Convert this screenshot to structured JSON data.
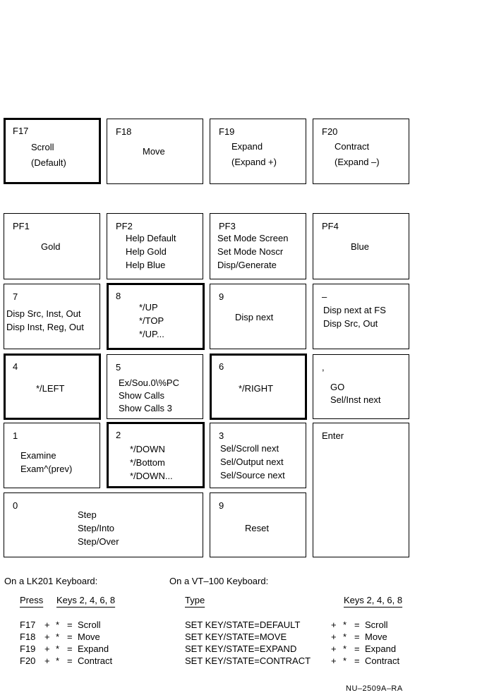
{
  "keys": {
    "f17": {
      "label": "F17",
      "lines": [
        "Scroll",
        "(Default)"
      ]
    },
    "f18": {
      "label": "F18",
      "lines": [
        "Move"
      ]
    },
    "f19": {
      "label": "F19",
      "lines": [
        "Expand",
        "(Expand +)"
      ]
    },
    "f20": {
      "label": "F20",
      "lines": [
        "Contract",
        "(Expand –)"
      ]
    },
    "pf1": {
      "label": "PF1",
      "lines": [
        "Gold"
      ]
    },
    "pf2": {
      "label": "PF2",
      "lines": [
        "Help Default",
        "Help Gold",
        "Help Blue"
      ]
    },
    "pf3": {
      "label": "PF3",
      "lines": [
        "Set Mode Screen",
        "Set Mode Noscr",
        "Disp/Generate"
      ]
    },
    "pf4": {
      "label": "PF4",
      "lines": [
        "Blue"
      ]
    },
    "k7": {
      "label": "7",
      "lines": [
        "Disp Src, Inst, Out",
        "Disp Inst, Reg, Out"
      ]
    },
    "k8": {
      "label": "8",
      "lines": [
        "*/UP",
        "*/TOP",
        "*/UP..."
      ]
    },
    "k9": {
      "label": "9",
      "lines": [
        "Disp next"
      ]
    },
    "kminus": {
      "label": "–",
      "lines": [
        "Disp next at FS",
        "Disp Src, Out"
      ]
    },
    "k4": {
      "label": "4",
      "lines": [
        "*/LEFT"
      ]
    },
    "k5": {
      "label": "5",
      "lines": [
        "Ex/Sou.0\\%PC",
        "Show Calls",
        "Show Calls 3"
      ]
    },
    "k6": {
      "label": "6",
      "lines": [
        "*/RIGHT"
      ]
    },
    "kcomma": {
      "label": ",",
      "lines": [
        "GO",
        "Sel/Inst next"
      ]
    },
    "k1": {
      "label": "1",
      "lines": [
        "Examine",
        "Exam^(prev)"
      ]
    },
    "k2": {
      "label": "2",
      "lines": [
        "*/DOWN",
        "*/Bottom",
        "*/DOWN..."
      ]
    },
    "k3": {
      "label": "3",
      "lines": [
        "Sel/Scroll next",
        "Sel/Output next",
        "Sel/Source next"
      ]
    },
    "enter": {
      "label": "Enter",
      "lines": []
    },
    "k0": {
      "label": "0",
      "lines": [
        "Step",
        "Step/Into",
        "Step/Over"
      ]
    },
    "kperiod": {
      "label": "9",
      "lines": [
        "Reset"
      ]
    }
  },
  "legend": {
    "lk201": {
      "title": "On a LK201 Keyboard:",
      "col1": "Press",
      "col2": "Keys 2, 4, 6, 8",
      "rows": [
        {
          "key": "F17",
          "plus": "+",
          "star": "*",
          "eq": "=",
          "action": "Scroll"
        },
        {
          "key": "F18",
          "plus": "+",
          "star": "*",
          "eq": "=",
          "action": "Move"
        },
        {
          "key": "F19",
          "plus": "+",
          "star": "*",
          "eq": "=",
          "action": "Expand"
        },
        {
          "key": "F20",
          "plus": "+",
          "star": "*",
          "eq": "=",
          "action": "Contract"
        }
      ]
    },
    "vt100": {
      "title": "On a VT–100 Keyboard:",
      "col1": "Type",
      "col2": "Keys 2, 4, 6, 8",
      "rows": [
        {
          "cmd": "SET KEY/STATE=DEFAULT",
          "plus": "+",
          "star": "*",
          "eq": "=",
          "action": "Scroll"
        },
        {
          "cmd": "SET KEY/STATE=MOVE",
          "plus": "+",
          "star": "*",
          "eq": "=",
          "action": "Move"
        },
        {
          "cmd": "SET KEY/STATE=EXPAND",
          "plus": "+",
          "star": "*",
          "eq": "=",
          "action": "Expand"
        },
        {
          "cmd": "SET KEY/STATE=CONTRACT",
          "plus": "+",
          "star": "*",
          "eq": "=",
          "action": "Contract"
        }
      ]
    }
  },
  "figure_id": "NU–2509A–RA"
}
